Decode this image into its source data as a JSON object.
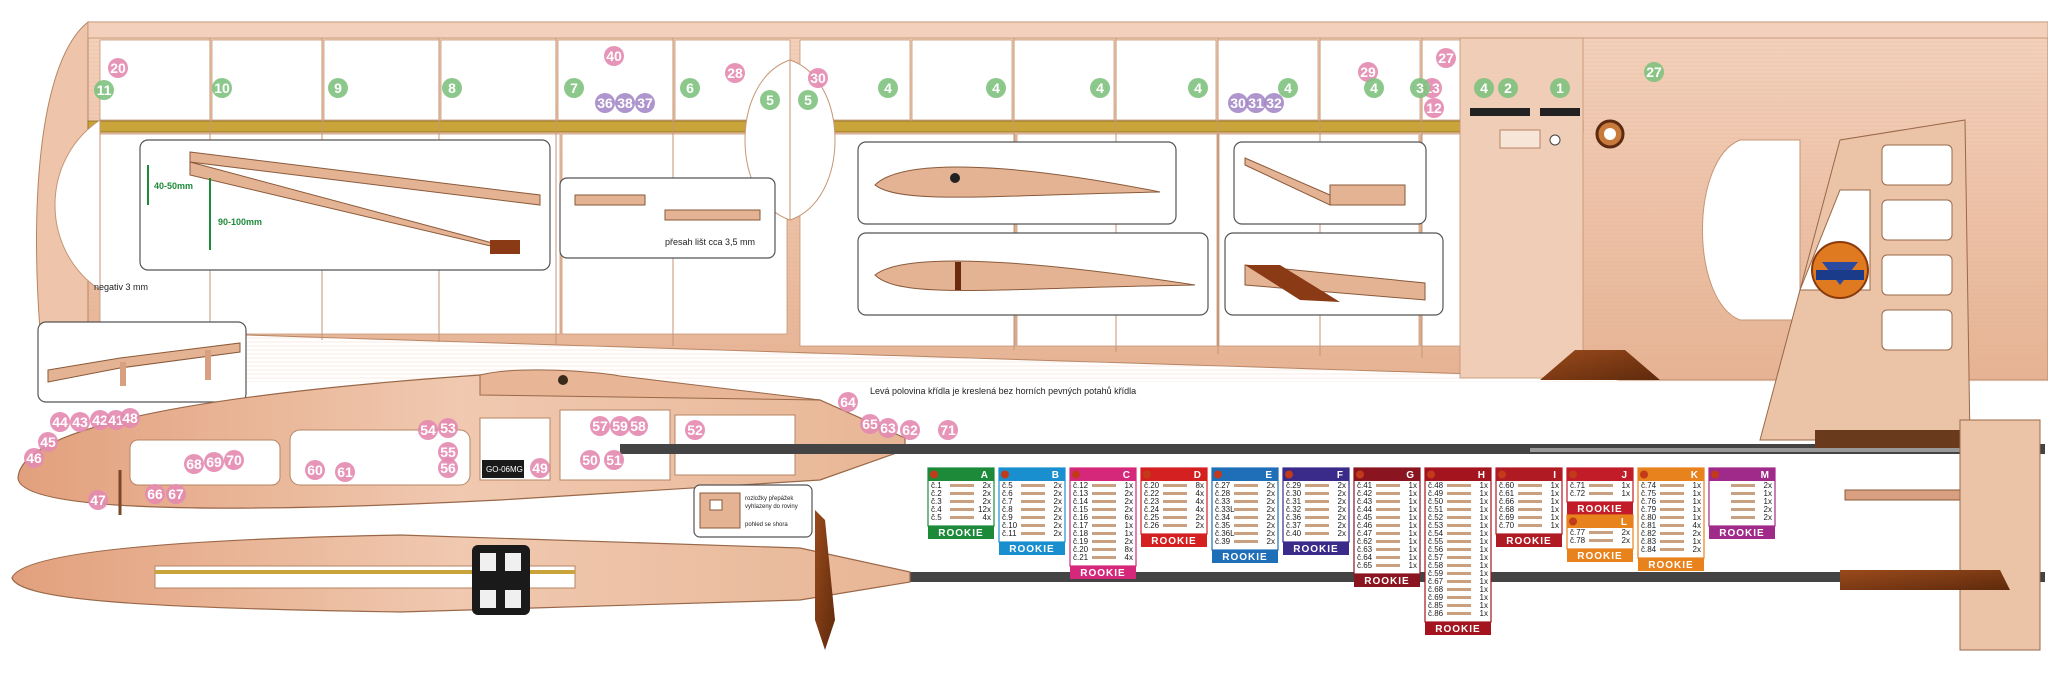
{
  "annotations": {
    "dim_1": "40-50mm",
    "dim_2": "90-100mm",
    "negativ": "negativ 3 mm",
    "presah": "přesah lišt cca 3,5 mm",
    "wing_note": "Levá polovina křídla je kreslená bez horních pevných potahů křídla",
    "servo": "GO-06MG",
    "servo_inset_1": "rozložky přepážek",
    "servo_inset_2": "vyhlazeny do roviny",
    "servo_inset_3": "pohled se shora"
  },
  "sheet_groups": [
    {
      "letter": "A",
      "color": "#1d8a3a",
      "rookie_color": "#1d8a3a",
      "rows": [
        [
          "č.1",
          "2x"
        ],
        [
          "č.2",
          "2x"
        ],
        [
          "č.3",
          "2x"
        ],
        [
          "č.4",
          "12x"
        ],
        [
          "č.5",
          "4x"
        ]
      ]
    },
    {
      "letter": "B",
      "color": "#1a8fd0",
      "rookie_color": "#1a8fd0",
      "rows": [
        [
          "č.5",
          "2x"
        ],
        [
          "č.6",
          "2x"
        ],
        [
          "č.7",
          "2x"
        ],
        [
          "č.8",
          "2x"
        ],
        [
          "č.9",
          "2x"
        ],
        [
          "č.10",
          "2x"
        ],
        [
          "č.11",
          "2x"
        ]
      ]
    },
    {
      "letter": "C",
      "color": "#d6287a",
      "rookie_color": "#d6287a",
      "rows": [
        [
          "č.12",
          "1x"
        ],
        [
          "č.13",
          "2x"
        ],
        [
          "č.14",
          "2x"
        ],
        [
          "č.15",
          "2x"
        ],
        [
          "č.16",
          "6x"
        ],
        [
          "č.17",
          "1x"
        ],
        [
          "č.18",
          "1x"
        ],
        [
          "č.19",
          "2x"
        ],
        [
          "č.20",
          "8x"
        ],
        [
          "č.21",
          "4x"
        ]
      ]
    },
    {
      "letter": "D",
      "color": "#d42020",
      "rookie_color": "#d42020",
      "rows": [
        [
          "č.20",
          "8x"
        ],
        [
          "č.22",
          "4x"
        ],
        [
          "č.23",
          "4x"
        ],
        [
          "č.24",
          "4x"
        ],
        [
          "č.25",
          "2x"
        ],
        [
          "č.26",
          "2x"
        ]
      ]
    },
    {
      "letter": "E",
      "color": "#1e6fb8",
      "rookie_color": "#1e6fb8",
      "rows": [
        [
          "č.27",
          "2x"
        ],
        [
          "č.28",
          "2x"
        ],
        [
          "č.33",
          "2x"
        ],
        [
          "č.33L",
          "2x"
        ],
        [
          "č.34",
          "2x"
        ],
        [
          "č.35",
          "2x"
        ],
        [
          "č.36L",
          "2x"
        ],
        [
          "č.39",
          "2x"
        ]
      ]
    },
    {
      "letter": "F",
      "color": "#3a2a8a",
      "rookie_color": "#3a2a8a",
      "rows": [
        [
          "č.29",
          "2x"
        ],
        [
          "č.30",
          "2x"
        ],
        [
          "č.31",
          "2x"
        ],
        [
          "č.32",
          "2x"
        ],
        [
          "č.36",
          "2x"
        ],
        [
          "č.37",
          "2x"
        ],
        [
          "č.40",
          "2x"
        ]
      ]
    },
    {
      "letter": "G",
      "color": "#8a1520",
      "rookie_color": "#8a1520",
      "rows": [
        [
          "č.41",
          "1x"
        ],
        [
          "č.42",
          "1x"
        ],
        [
          "č.43",
          "1x"
        ],
        [
          "č.44",
          "1x"
        ],
        [
          "č.45",
          "1x"
        ],
        [
          "č.46",
          "1x"
        ],
        [
          "č.47",
          "1x"
        ],
        [
          "č.62",
          "1x"
        ],
        [
          "č.63",
          "1x"
        ],
        [
          "č.64",
          "1x"
        ],
        [
          "č.65",
          "1x"
        ]
      ]
    },
    {
      "letter": "H",
      "color": "#a3141e",
      "rookie_color": "#a3141e",
      "rows": [
        [
          "č.48",
          "1x"
        ],
        [
          "č.49",
          "1x"
        ],
        [
          "č.50",
          "1x"
        ],
        [
          "č.51",
          "1x"
        ],
        [
          "č.52",
          "1x"
        ],
        [
          "č.53",
          "1x"
        ],
        [
          "č.54",
          "1x"
        ],
        [
          "č.55",
          "1x"
        ],
        [
          "č.56",
          "1x"
        ],
        [
          "č.57",
          "1x"
        ],
        [
          "č.58",
          "1x"
        ],
        [
          "č.59",
          "1x"
        ],
        [
          "č.67",
          "1x"
        ],
        [
          "č.68",
          "1x"
        ],
        [
          "č.69",
          "1x"
        ],
        [
          "č.85",
          "1x"
        ],
        [
          "č.86",
          "1x"
        ]
      ]
    },
    {
      "letter": "I",
      "color": "#b01a22",
      "rookie_color": "#b01a22",
      "rows": [
        [
          "č.60",
          "1x"
        ],
        [
          "č.61",
          "1x"
        ],
        [
          "č.66",
          "1x"
        ],
        [
          "č.68",
          "1x"
        ],
        [
          "č.69",
          "1x"
        ],
        [
          "č.70",
          "1x"
        ]
      ]
    },
    {
      "letter": "J",
      "color": "#c21c28",
      "rookie_color": "#c21c28",
      "rows": [
        [
          "č.71",
          "1x"
        ],
        [
          "č.72",
          "1x"
        ]
      ]
    },
    {
      "letter": "K",
      "color": "#e8821c",
      "rookie_color": "#e8821c",
      "rows": [
        [
          "č.74",
          "1x"
        ],
        [
          "č.75",
          "1x"
        ],
        [
          "č.76",
          "1x"
        ],
        [
          "č.79",
          "1x"
        ],
        [
          "č.80",
          "1x"
        ],
        [
          "č.81",
          "4x"
        ],
        [
          "č.82",
          "2x"
        ],
        [
          "č.83",
          "1x"
        ],
        [
          "č.84",
          "2x"
        ]
      ]
    },
    {
      "letter": "L",
      "color": "#e8821c",
      "rookie_color": "#e8821c",
      "rows": [
        [
          "č.77",
          "2x"
        ],
        [
          "č.78",
          "2x"
        ]
      ]
    },
    {
      "letter": "M",
      "color": "#a02a8a",
      "rookie_color": "#a02a8a",
      "rows": [
        [
          "",
          "2x"
        ],
        [
          "",
          "1x"
        ],
        [
          "",
          "1x"
        ],
        [
          "",
          "2x"
        ],
        [
          "",
          "2x"
        ]
      ]
    }
  ],
  "rookie_label": "ROOKIE",
  "numbers": {
    "wing_top": [
      "20",
      "40",
      "28",
      "30",
      "29",
      "27",
      "13",
      "11",
      "10",
      "9",
      "8",
      "7",
      "6",
      "5",
      "5",
      "4",
      "4",
      "4",
      "4",
      "4",
      "4",
      "4",
      "3",
      "2",
      "1",
      "12",
      "27",
      "36",
      "38",
      "37",
      "30",
      "31",
      "32"
    ],
    "fuselage": [
      "44",
      "43",
      "42",
      "41",
      "48",
      "45",
      "46",
      "47",
      "64",
      "65",
      "63",
      "62",
      "71",
      "54",
      "53",
      "55",
      "56",
      "60",
      "61",
      "59",
      "58",
      "57",
      "49",
      "50",
      "51",
      "52",
      "66",
      "67",
      "68",
      "69",
      "70"
    ]
  },
  "colors": {
    "balsa": "#e8b898",
    "balsa_dark": "#c98b6a",
    "spar": "#c9a43a",
    "pink_circle": "#e38ab0",
    "green_circle": "#7fc27f",
    "blue_circle": "#7aa8d6",
    "purple_circle": "#a58ac8",
    "logo_orange": "#e07a20"
  }
}
